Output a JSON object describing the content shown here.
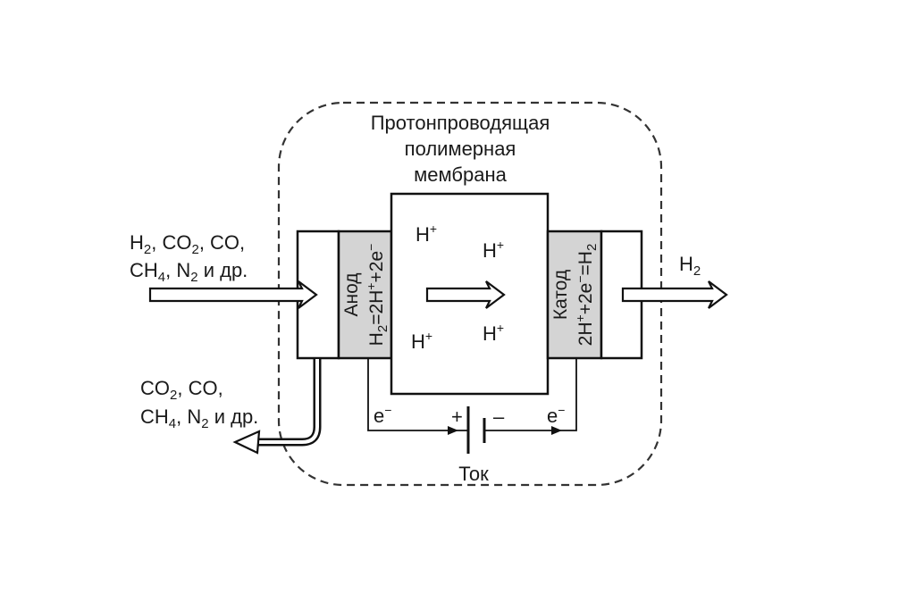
{
  "membrane": {
    "title_lines": [
      "Протонпроводящая",
      "полимерная",
      "мембрана"
    ]
  },
  "feed": {
    "line1": {
      "p1": "H",
      "s1": "2",
      "p2": ", CO",
      "s2": "2",
      "p3": ", CO,"
    },
    "line2": {
      "p1": "CH",
      "s1": "4",
      "p2": ", N",
      "s2": "2",
      "p3": " и др."
    }
  },
  "exhaust": {
    "line1": {
      "p1": "CO",
      "s1": "2",
      "p2": ", CO,"
    },
    "line2": {
      "p1": "CH",
      "s1": "4",
      "p2": ", N",
      "s2": "2",
      "p3": " и др."
    }
  },
  "output": {
    "p1": "H",
    "s1": "2"
  },
  "anode": {
    "label": "Анод",
    "reaction": {
      "p1": "H",
      "s1": "2",
      "p2": "=2H",
      "s2": "+",
      "p3": "+2e",
      "s3": "−"
    }
  },
  "cathode": {
    "label": "Катод",
    "reaction": {
      "p1": "2H",
      "s1": "+",
      "p2": "+2e",
      "s2": "−",
      "p3": "=H",
      "s3": "2"
    }
  },
  "protons": [
    {
      "p": "H",
      "s": "+"
    },
    {
      "p": "H",
      "s": "+"
    },
    {
      "p": "H",
      "s": "+"
    },
    {
      "p": "H",
      "s": "+"
    }
  ],
  "circuit": {
    "electron_left": {
      "p": "e",
      "s": "−"
    },
    "electron_right": {
      "p": "e",
      "s": "−"
    },
    "plus": "+",
    "minus": "–",
    "current_label": "Ток"
  }
}
